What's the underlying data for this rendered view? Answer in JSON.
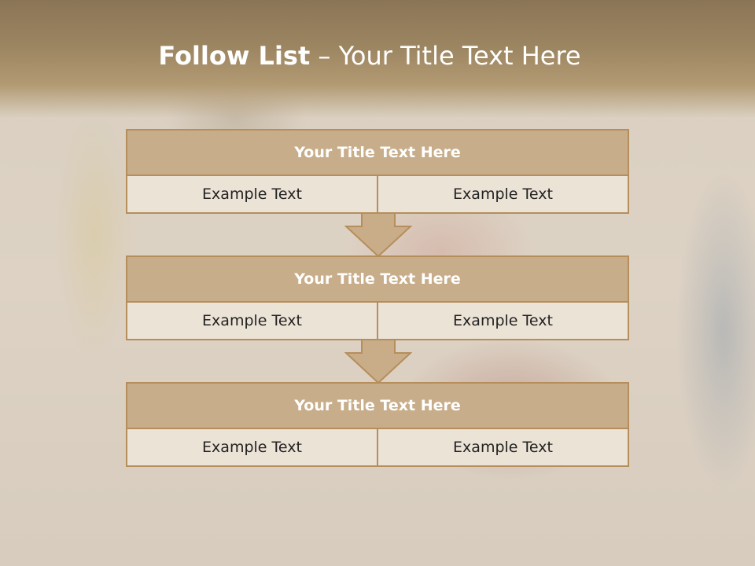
{
  "slide": {
    "title_bold": "Follow List",
    "title_rest": " – Your Title Text Here"
  },
  "steps": [
    {
      "title": "Your Title Text Here",
      "left": "Example Text",
      "right": "Example Text"
    },
    {
      "title": "Your Title Text Here",
      "left": "Example Text",
      "right": "Example Text"
    },
    {
      "title": "Your Title Text Here",
      "left": "Example Text",
      "right": "Example Text"
    }
  ],
  "colors": {
    "header": "#9c8561",
    "block_head": "#c8ad8a",
    "block_cell": "#ece3d7",
    "border": "#b58e5c",
    "arrow_fill": "#c9ad88"
  }
}
